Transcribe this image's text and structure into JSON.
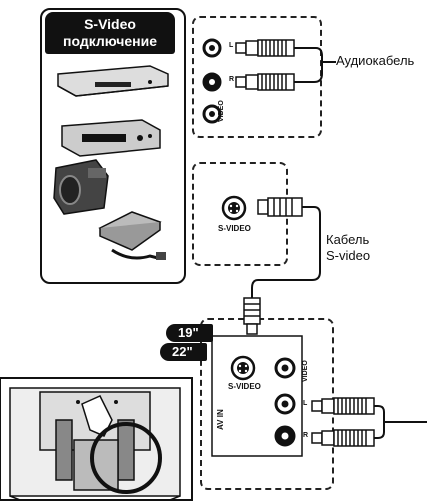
{
  "device_panel": {
    "title_line1": "S-Video",
    "title_line2": "подключение"
  },
  "top_jacks": {
    "left_label": "L",
    "right_label": "R",
    "video_label": "VIDEO"
  },
  "audio_cable_label": "Аудиокабель",
  "svideo_box_label": "S-VIDEO",
  "svideo_cable_label_line1": "Кабель",
  "svideo_cable_label_line2": "S-video",
  "sizes": [
    "19\"",
    "22\""
  ],
  "tv_panel": {
    "av_in_label": "AV IN",
    "svideo_label": "S-VIDEO",
    "video_label": "VIDEO",
    "left_label": "L",
    "right_label": "R"
  }
}
